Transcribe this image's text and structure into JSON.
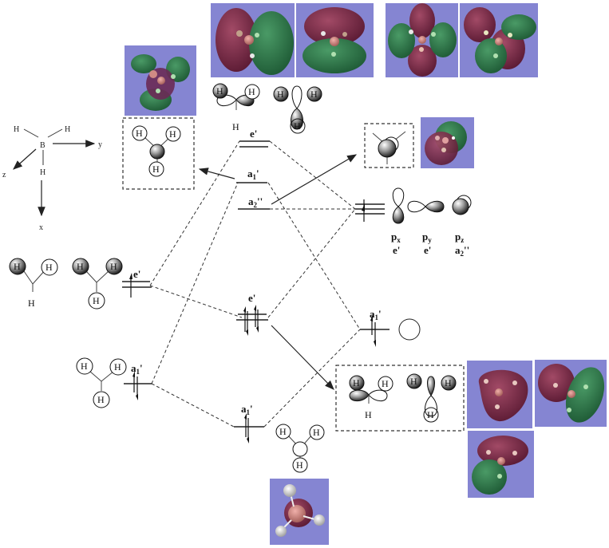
{
  "axes": {
    "atom_center": "B",
    "atom_h1": "H",
    "atom_h2": "H",
    "atom_h3": "H",
    "axis_x": "x",
    "axis_y": "y",
    "axis_z": "z"
  },
  "ligand_group_orbitals": {
    "e_prime_label": "e'",
    "a1_prime_label": "a1'",
    "h_label": "H"
  },
  "boron_orbitals": {
    "p_label": "p",
    "px_sub": "x",
    "py_sub": "y",
    "pz_sub": "z",
    "px_sym": "e'",
    "py_sym": "e'",
    "pz_sym_base": "a",
    "pz_sym_sub": "2",
    "pz_sym_primes": "''",
    "s_label": "a1'"
  },
  "molecular_orbitals": {
    "antibonding_e": "e'",
    "antibonding_a1_base": "a",
    "antibonding_a1_sub": "1",
    "antibonding_a1_prime": "'",
    "nonbonding_a2_base": "a",
    "nonbonding_a2_sub": "2",
    "nonbonding_a2_primes": "''",
    "bonding_e": "e'",
    "bonding_a1_base": "a",
    "bonding_a1_sub": "1",
    "bonding_a1_prime": "'"
  },
  "colors": {
    "render_background": "#8585d2",
    "lobe_positive": "#7a2a45",
    "lobe_negative": "#2f7a4a",
    "boron": "#d08a85",
    "hydrogen": "#e8e8e8"
  }
}
